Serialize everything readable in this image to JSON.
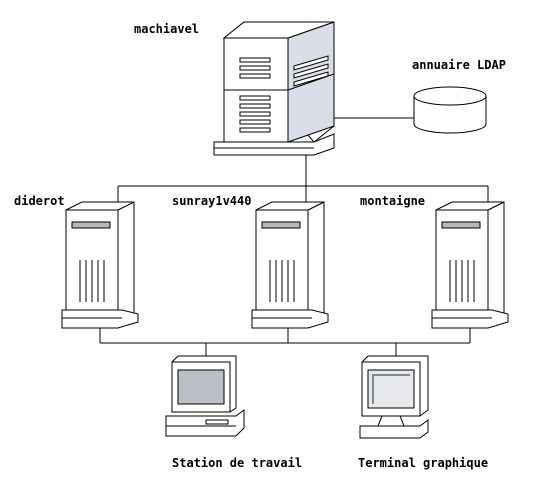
{
  "labels": {
    "main_server": "machiavel",
    "ldap": "annuaire LDAP",
    "server_left": "diderot",
    "server_middle": "sunray1v440",
    "server_right": "montaigne",
    "workstation": "Station de travail",
    "terminal": "Terminal graphique"
  },
  "colors": {
    "stroke": "#000000",
    "body": "#ffffff",
    "panel": "#d8dde8",
    "screen": "#bcc0c6",
    "drive": "#b8b8b8"
  },
  "icons": {
    "main_server": "rack-server-icon",
    "ldap": "database-icon",
    "servers": "tower-server-icon",
    "workstation": "desktop-computer-icon",
    "terminal": "monitor-icon"
  }
}
